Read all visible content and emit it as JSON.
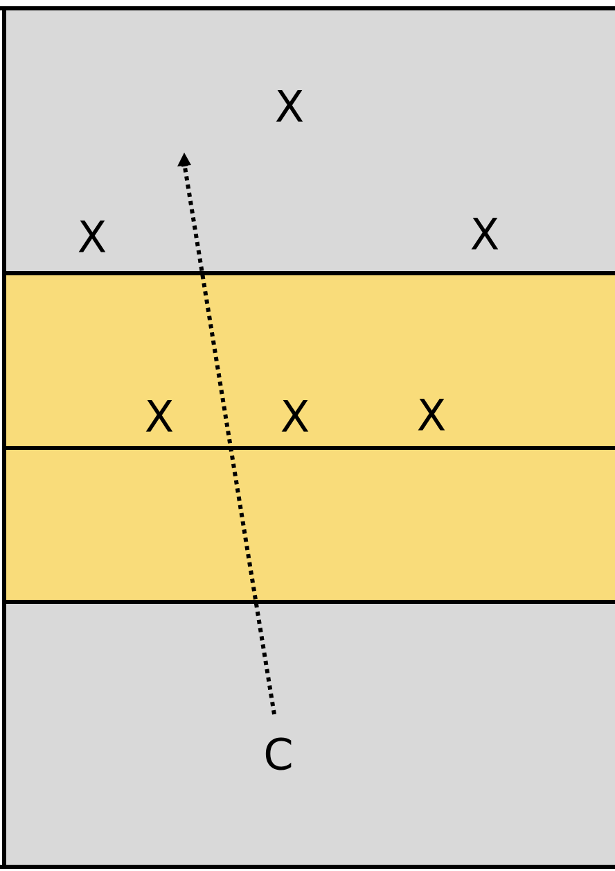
{
  "colors": {
    "outer_zone": "#d9d9d9",
    "middle_zone": "#f9dc7a",
    "lines": "#000000",
    "text": "#000000"
  },
  "markers": [
    {
      "id": "marker-x-top",
      "label": "X"
    },
    {
      "id": "marker-x-upper-left",
      "label": "X"
    },
    {
      "id": "marker-x-upper-right",
      "label": "X"
    },
    {
      "id": "marker-x-middle-left",
      "label": "X"
    },
    {
      "id": "marker-x-middle-center",
      "label": "X"
    },
    {
      "id": "marker-x-middle-right",
      "label": "X"
    },
    {
      "id": "marker-c",
      "label": "C"
    }
  ],
  "path": {
    "style": "dotted",
    "arrowhead": "end"
  }
}
